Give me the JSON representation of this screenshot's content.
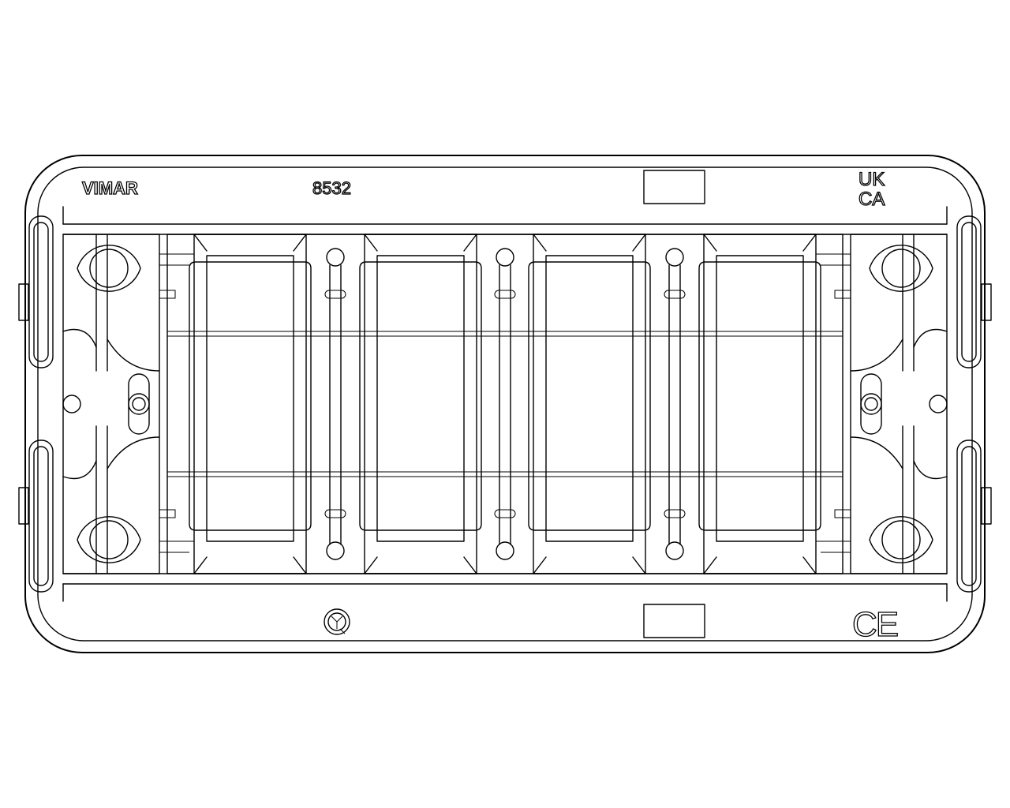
{
  "brand_label": "VIMAR",
  "model_number": "8532",
  "mark_ukca_top": "UK",
  "mark_ukca_bottom": "CA",
  "mark_ce": "CE",
  "module_count": 4,
  "colors": {
    "line": "#000000",
    "background": "#ffffff"
  }
}
